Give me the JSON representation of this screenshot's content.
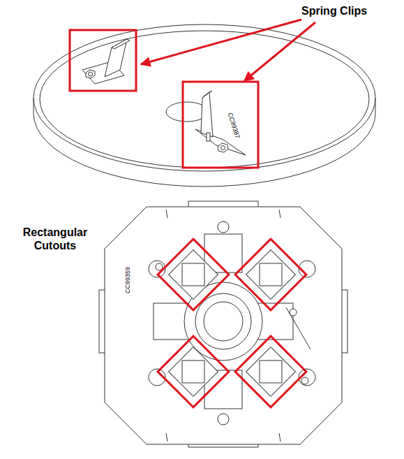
{
  "diagram": {
    "labels": [
      "Spring Clips",
      "Rectangular Cutouts",
      "CC99387",
      "CC99359"
    ]
  }
}
